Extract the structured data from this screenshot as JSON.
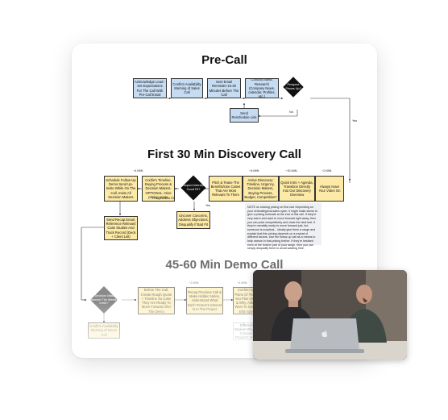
{
  "sections": {
    "precall": "Pre-Call",
    "discovery": "First 30 Min Discovery Call",
    "demo": "45-60 Min Demo Call"
  },
  "precall_boxes": {
    "b1": "Acknowledge Lead - Set Expectations For The Call With Pre-Call Email",
    "b2": "Confirm Availability Morning of Sales Call",
    "b3": "Sent Email Reminder 15-30 Minutes Before The Call",
    "b4": "Conduct Basic Research (Company News, calendar, Profiles, etc.)",
    "b5": "Send Reschedule Link",
    "d1": "Prospect Shows Up?"
  },
  "discovery_boxes": {
    "b1": "Schedule Follow-Up Demo Send Up-Invite While On The Call. Invite All Decision Makers",
    "b2": "Confirm Timeline, Buying Process & Decision Makers. OPTIONAL: Give pricing range",
    "d1": "Prospect Interest + Good Fit?",
    "b3": "Pitch & Tease The Benefits/Use Cases That Are Most Relevant To Them",
    "b4": "Active Discovery: Timeline, Urgency, Decision Makers, Buying Process, Budget, Competition?",
    "b5": "Quick Intro + Agenda, Transition Directly Into Our Discovery Overview",
    "b6": "Always Have Your Video On",
    "b7": "Uncover Concerns, Address Objections, Disqualify If Bad Fit",
    "b8": "Send Recap Email, Reference Relevant Case Studies And Track Record (Deck + Client List)"
  },
  "time_labels": {
    "t1": "~4 MIN",
    "t2": "~6 MIN",
    "t3": "~15 MIN",
    "t4": "~2 MIN",
    "t5": "~2 MIN",
    "t6": "~5 MIN"
  },
  "arrow_labels": {
    "no1": "No",
    "yes1": "Yes",
    "no2": "Prospect Not Fit",
    "yes2": "Yes"
  },
  "note": "NOTE on sharing pricing on first call: Depending on your vertical/typical sales cycle, it might make sense to give a pricing estimate at the end of this call. If they're very warm and want to move forward right away, then you can price competitively and close the deal fast. If they're mentally ready to move forward just, but someone is sceptical... ideally give them a range and explain that this pricing depends on a myriad of different factors. Use the follow-up call as a means to help narrow in that pricing further. If they're hesitant even at the bottom part of your range, then you can simply disqualify them to avoid wasting time.",
  "demo_boxes": {
    "d1": "All Decision Makers Attended The Meeting Invite?",
    "b1": "Before The Call, Create Rough Quote + Timeline So Case They Are Ready To Move Forward After The Demo",
    "b2": "Recap Previous Call & Make Hidden Notes, Understand What Each Person's Interest Is In The Project",
    "b3": "Confirm Agenda & Pains Of The Platform You Plan On Showing & Why, Ask If They'd Want To See Anything Else Specifically",
    "b4": "Confirm Availability Morning of Demo Call",
    "b5": "Differentiate Explain Why Some Comparable Products Will Be..."
  },
  "colors": {
    "blue_box": "#c6dcf3",
    "yellow_box": "#fdeaa6",
    "diamond": "#111111",
    "grey_diamond": "#8a8a8a"
  },
  "video": {
    "icon": "apple-logo-icon"
  }
}
